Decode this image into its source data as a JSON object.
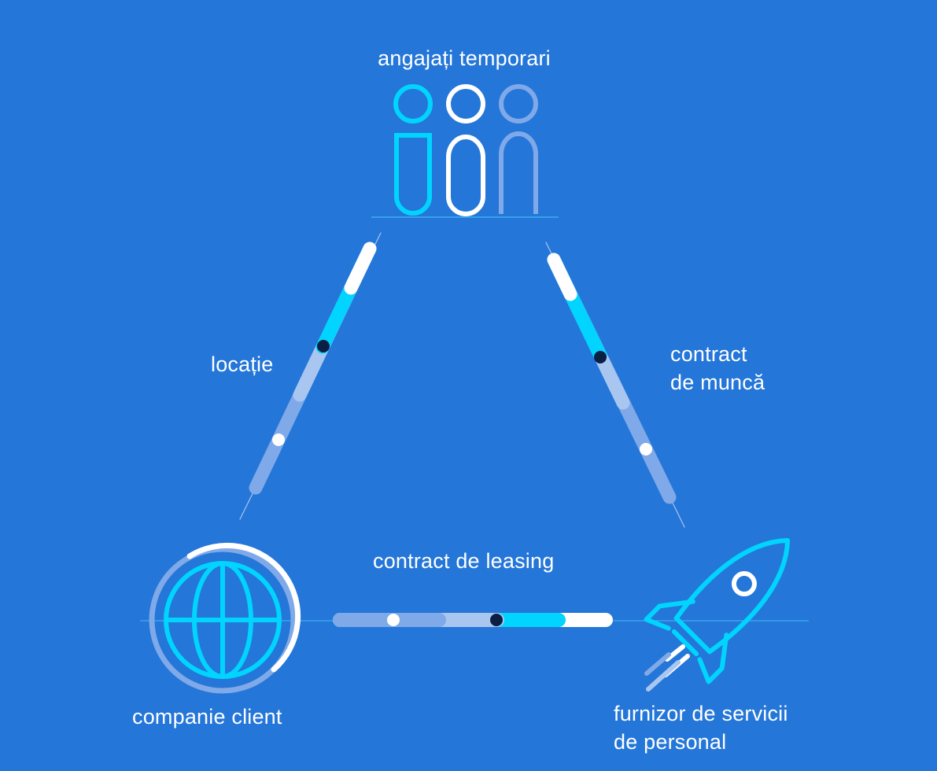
{
  "nodes": {
    "top": {
      "label": "angajați temporari",
      "icon": "people-icon"
    },
    "bottom_left": {
      "label": "companie client",
      "icon": "globe-icon"
    },
    "bottom_right": {
      "label_line1": "furnizor de servicii",
      "label_line2": "de personal",
      "icon": "rocket-icon"
    }
  },
  "edges": {
    "left": {
      "label": "locație"
    },
    "right": {
      "label_line1": "contract",
      "label_line2": "de muncă"
    },
    "bottom": {
      "label": "contract de leasing"
    }
  },
  "colors": {
    "background": "#2476d8",
    "cyan": "#00d4ff",
    "white": "#ffffff",
    "pale": "#7fa9e8",
    "light": "#a9c6f0",
    "dark_dot": "#0b1f45"
  }
}
